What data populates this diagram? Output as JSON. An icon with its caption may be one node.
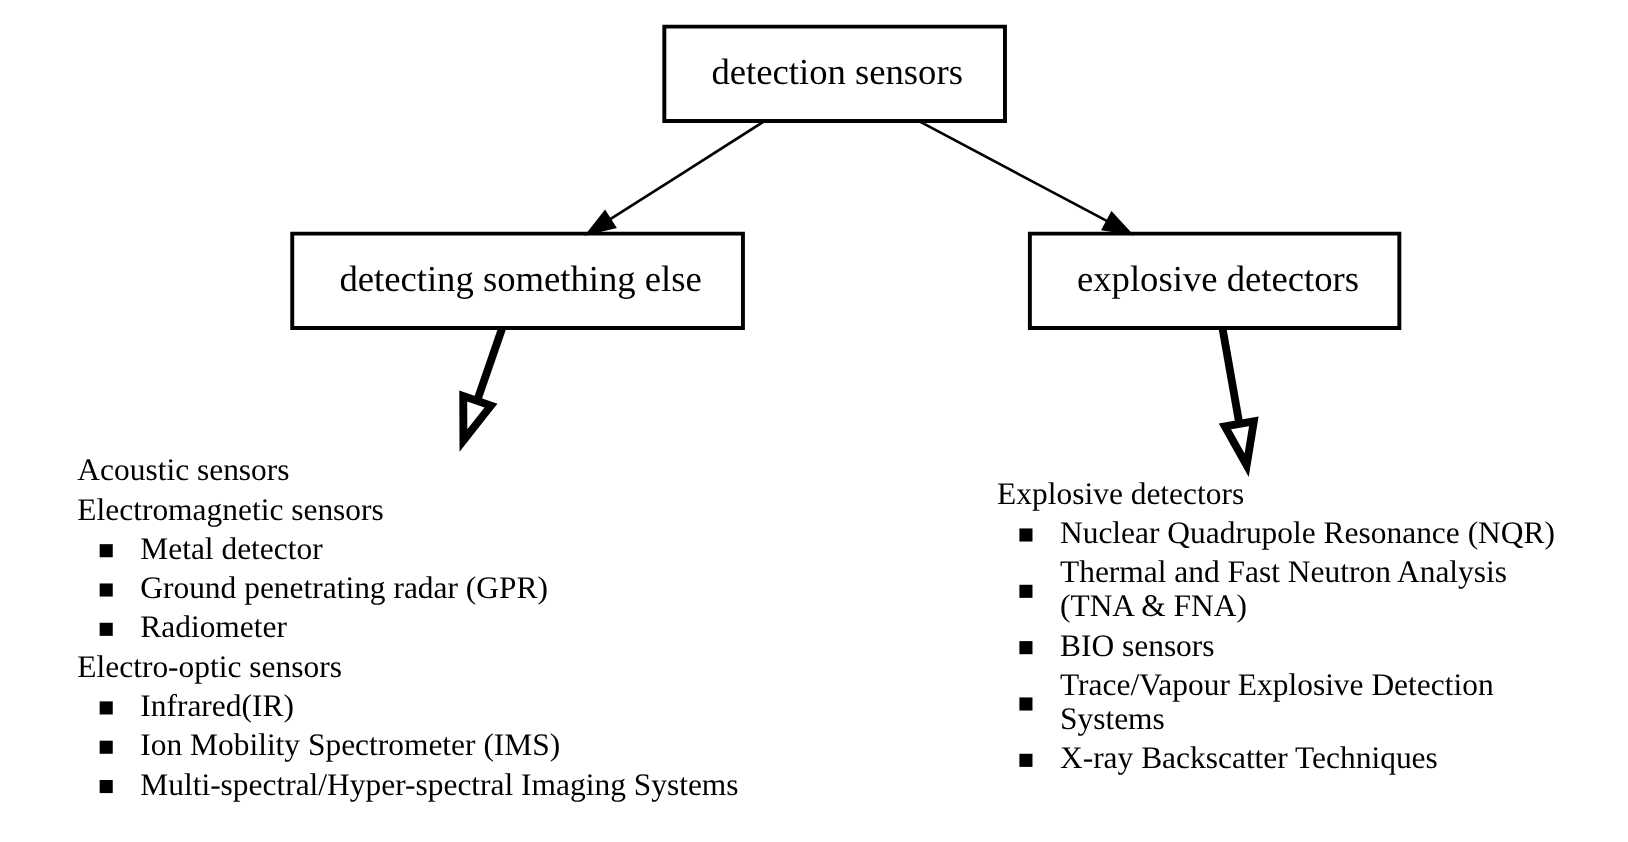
{
  "diagram": {
    "nodes": [
      {
        "text": [
          "detection sensors"
        ]
      },
      {
        "text": [
          "detecting something else"
        ]
      },
      {
        "text": [
          "explosive detectors"
        ]
      },
      {
        "text": [
          "Acoustic sensors",
          "Electromagnetic sensors",
          "Metal detector",
          "Ground penetrating radar (GPR)",
          "Radiometer",
          "Electro-optic sensors",
          "Infrared(IR)",
          "Ion Mobility Spectrometer (IMS)",
          "Multi-spectral/Hyper-spectral Imaging Systems"
        ]
      },
      {
        "text": [
          "Explosive detectors",
          "Nuclear Quadrupole Resonance (NQR)",
          "Thermal and Fast Neutron Analysis (TNA & FNA)",
          "BIO sensors",
          "Trace/Vapour Explosive Detection Systems",
          "X-ray Backscatter Techniques"
        ]
      }
    ],
    "edges": [
      {
        "from": 0,
        "to": 1,
        "arrow": "to"
      },
      {
        "from": 0,
        "to": 2,
        "arrow": "to"
      },
      {
        "from": 1,
        "to": 3,
        "arrow": "to",
        "style": "thick"
      },
      {
        "from": 2,
        "to": 4,
        "arrow": "to",
        "style": "thick"
      }
    ]
  }
}
